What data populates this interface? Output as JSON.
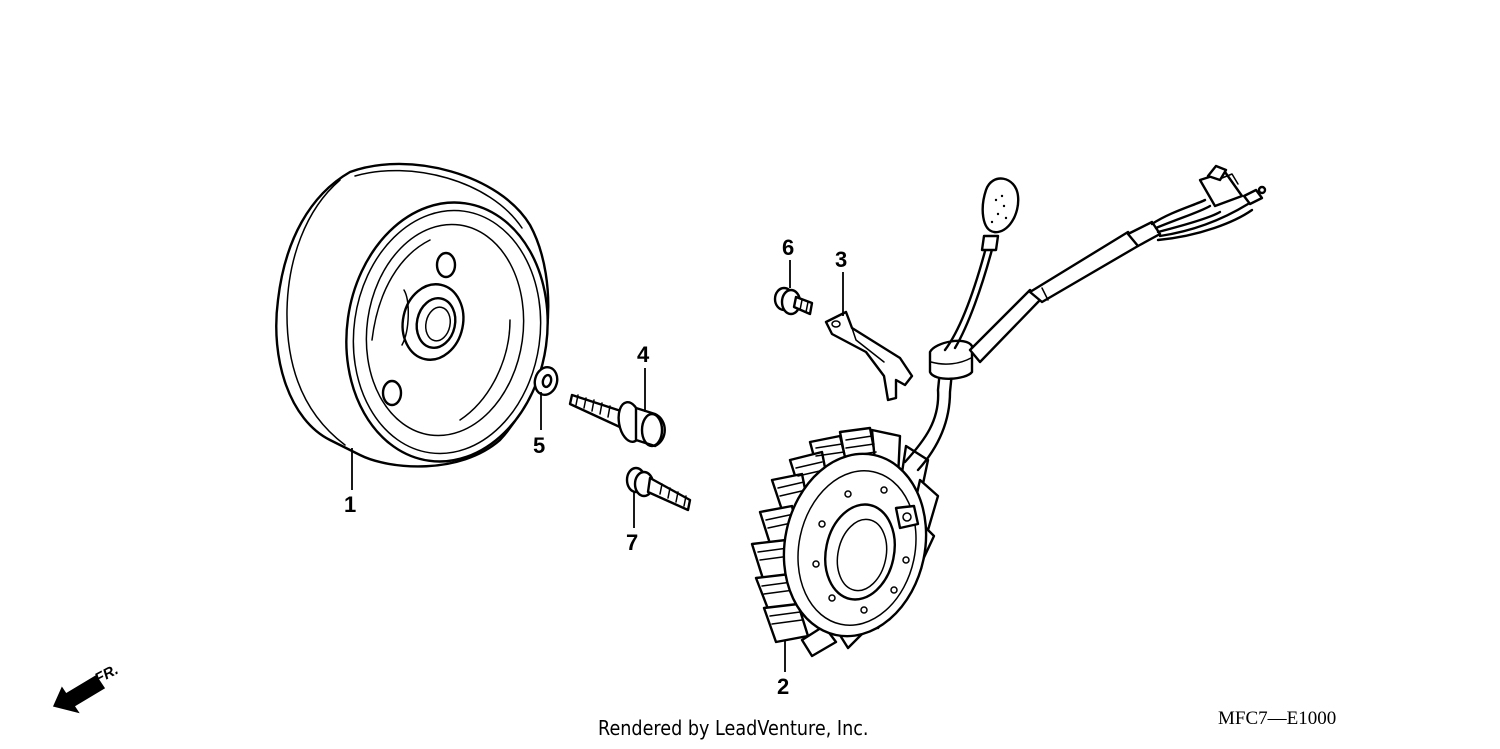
{
  "parts": [
    {
      "ref": "1",
      "name": "flywheel"
    },
    {
      "ref": "2",
      "name": "stator"
    },
    {
      "ref": "3",
      "name": "wire-clamp"
    },
    {
      "ref": "4",
      "name": "flange-bolt"
    },
    {
      "ref": "5",
      "name": "washer"
    },
    {
      "ref": "6",
      "name": "flange-bolt-small"
    },
    {
      "ref": "7",
      "name": "flange-bolt-long"
    }
  ],
  "direction_label": "FR.",
  "credit": "Rendered by LeadVenture, Inc.",
  "diagram_code": "MFC7—E1000"
}
